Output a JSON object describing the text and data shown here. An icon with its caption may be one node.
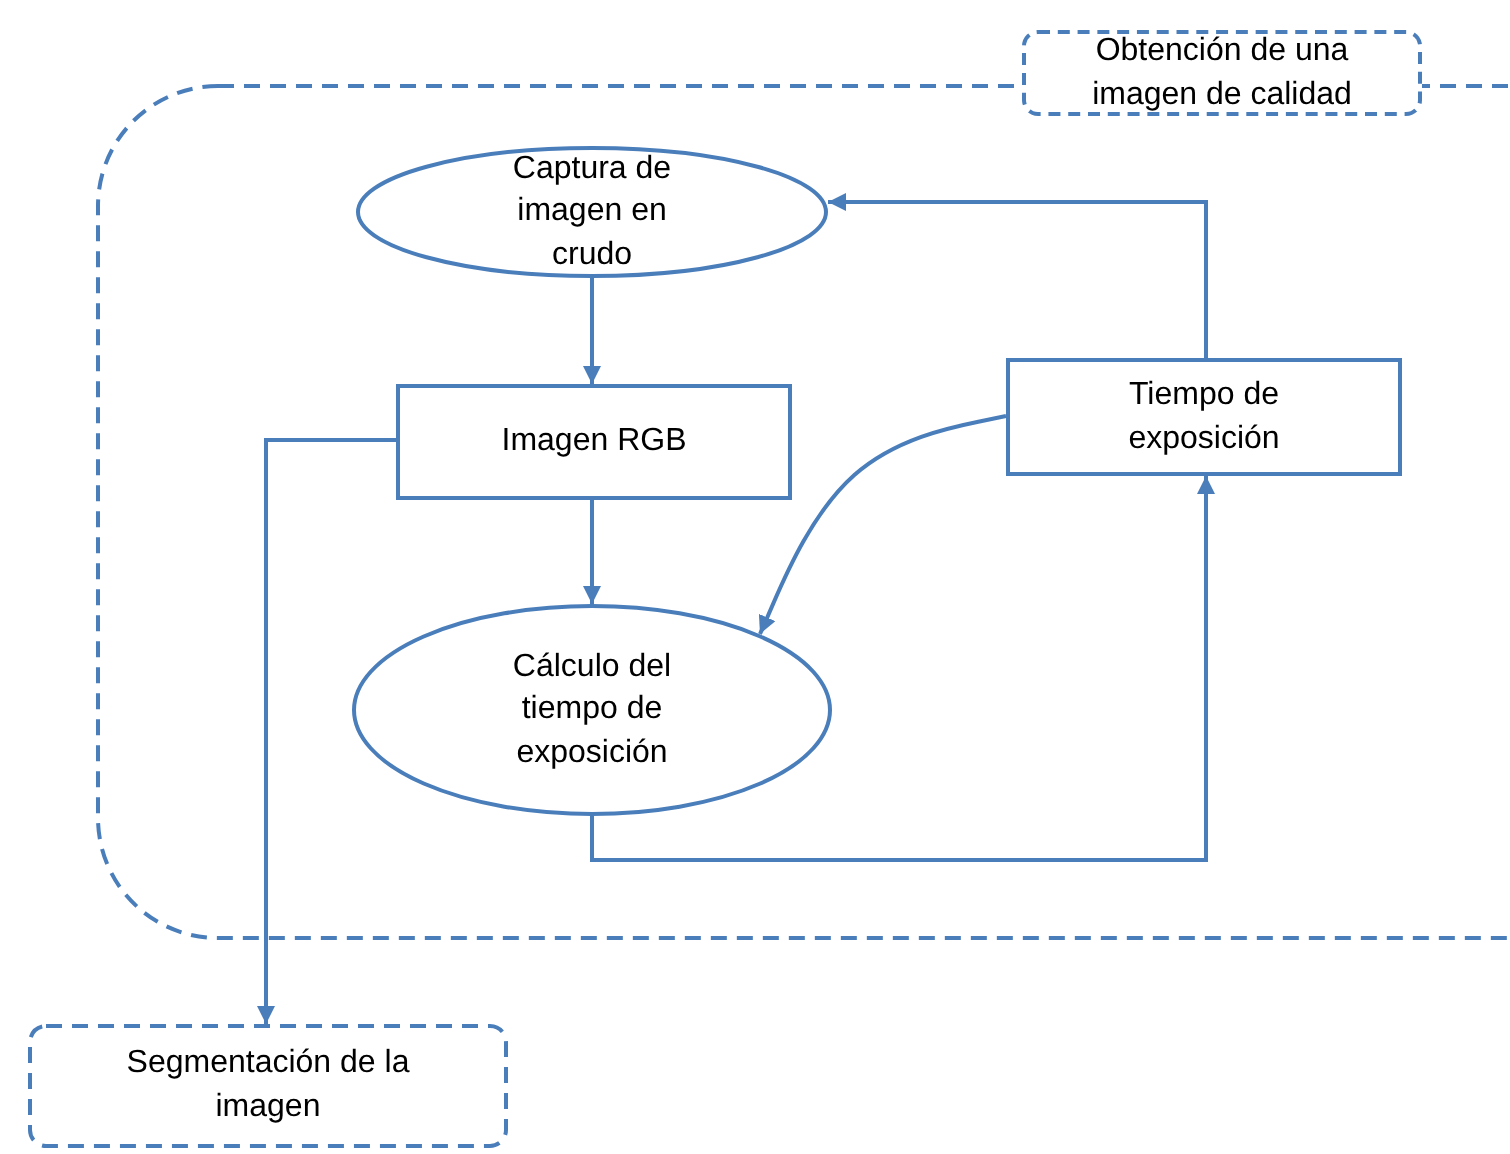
{
  "diagram": {
    "nodes": [
      {
        "text": [
          "Obtención de una imagen de calidad"
        ]
      },
      {
        "text": [
          "Captura de imagen en crudo"
        ],
        "in": 0
      },
      {
        "text": [
          "Imagen RGB"
        ],
        "in": 0
      },
      {
        "text": [
          "Cálculo del tiempo de exposición"
        ],
        "in": 0
      },
      {
        "text": [
          "Tiempo de exposición"
        ],
        "in": 0
      },
      {
        "text": [
          "Segmentación de la imagen"
        ]
      }
    ],
    "edges": [
      {
        "from": 1,
        "to": 2,
        "arrow": "to"
      },
      {
        "from": 2,
        "to": 3,
        "arrow": "to"
      },
      {
        "from": 3,
        "to": 4,
        "arrow": "to"
      },
      {
        "from": 4,
        "to": 1,
        "arrow": "to"
      },
      {
        "from": 4,
        "to": 3,
        "arrow": "to"
      },
      {
        "from": 2,
        "to": 5,
        "arrow": "to"
      }
    ]
  }
}
